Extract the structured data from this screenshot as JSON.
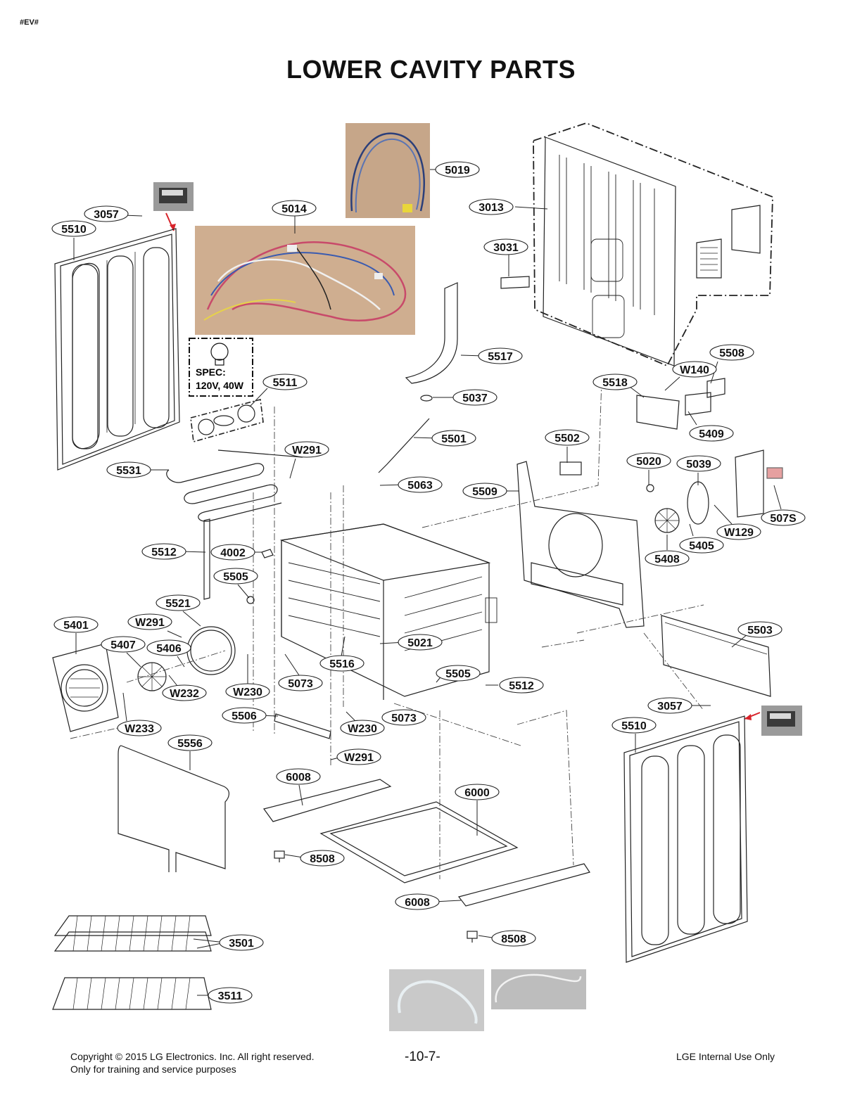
{
  "header": {
    "tag": "#EV#",
    "title": "LOWER CAVITY PARTS"
  },
  "spec_box": {
    "line1": "SPEC:",
    "line2": "120V, 40W"
  },
  "part_labels": [
    "5019",
    "3013",
    "3057",
    "5014",
    "5510",
    "3031",
    "5517",
    "5508",
    "W140",
    "5518",
    "5511",
    "5037",
    "5501",
    "5409",
    "5502",
    "W291",
    "5531",
    "5020",
    "5039",
    "5063",
    "5509",
    "507S",
    "W129",
    "5512",
    "4002",
    "5405",
    "5408",
    "5505",
    "5521",
    "5401",
    "W291",
    "5503",
    "5407",
    "5406",
    "5021",
    "5516",
    "5505",
    "5512",
    "W232",
    "5073",
    "W230",
    "3057",
    "W233",
    "5506",
    "5073",
    "W230",
    "5510",
    "5556",
    "W291",
    "6008",
    "6000",
    "8508",
    "6008",
    "8508",
    "3501",
    "3511"
  ],
  "footer": {
    "copyright": "Copyright © 2015 LG Electronics. Inc. All right reserved.",
    "training": "Only for training and service purposes",
    "page_number": "-10-7-",
    "internal": "LGE Internal Use Only"
  },
  "colors": {
    "line": "#222222",
    "photo_bg": "#c9aa8c",
    "arrow": "#d8232a"
  }
}
